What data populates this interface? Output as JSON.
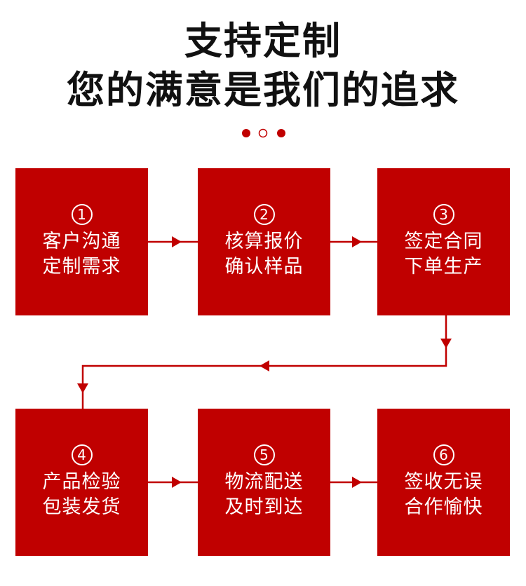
{
  "title": {
    "line1": "支持定制",
    "line2": "您的满意是我们的追求"
  },
  "accent_color": "#c00000",
  "steps": [
    {
      "number": "1",
      "line1": "客户沟通",
      "line2": "定制需求"
    },
    {
      "number": "2",
      "line1": "核算报价",
      "line2": "确认样品"
    },
    {
      "number": "3",
      "line1": "签定合同",
      "line2": "下单生产"
    },
    {
      "number": "4",
      "line1": "产品检验",
      "line2": "包装发货"
    },
    {
      "number": "5",
      "line1": "物流配送",
      "line2": "及时到达"
    },
    {
      "number": "6",
      "line1": "签收无误",
      "line2": "合作愉快"
    }
  ]
}
